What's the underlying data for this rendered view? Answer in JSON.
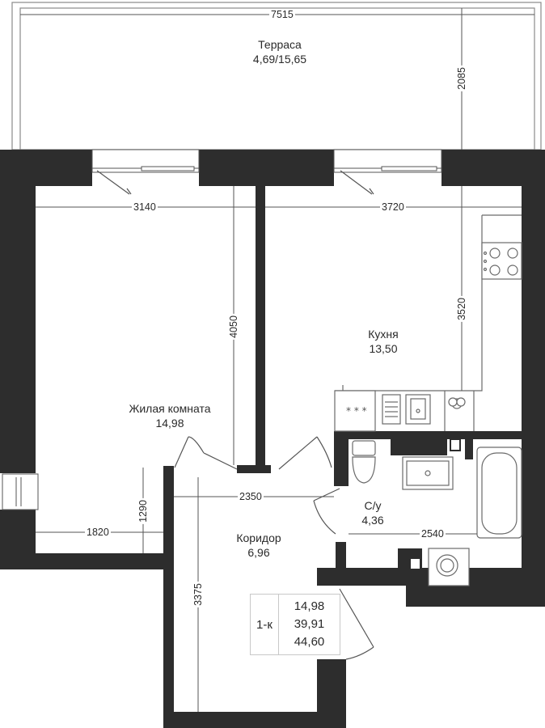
{
  "rooms": {
    "terrace": {
      "name": "Терраса",
      "area": "4,69/15,65"
    },
    "kitchen": {
      "name": "Кухня",
      "area": "13,50"
    },
    "living": {
      "name": "Жилая комната",
      "area": "14,98"
    },
    "bath": {
      "name": "С/у",
      "area": "4,36"
    },
    "corridor": {
      "name": "Коридор",
      "area": "6,96"
    }
  },
  "dimensions": {
    "terrace_width": "7515",
    "terrace_depth": "2085",
    "living_width": "3140",
    "kitchen_width": "3720",
    "living_depth": "4050",
    "kitchen_depth": "3520",
    "corridor_width": "2350",
    "living_lower": "1290",
    "living_bottom": "1820",
    "bath_width": "2540",
    "corridor_depth": "3375"
  },
  "summary": {
    "type": "1-к",
    "living_area": "14,98",
    "total_area": "39,91",
    "total_with_terrace": "44,60"
  },
  "colors": {
    "wall": "#2d2d2d",
    "line": "#555555",
    "fixture": "#7a7a7a"
  }
}
